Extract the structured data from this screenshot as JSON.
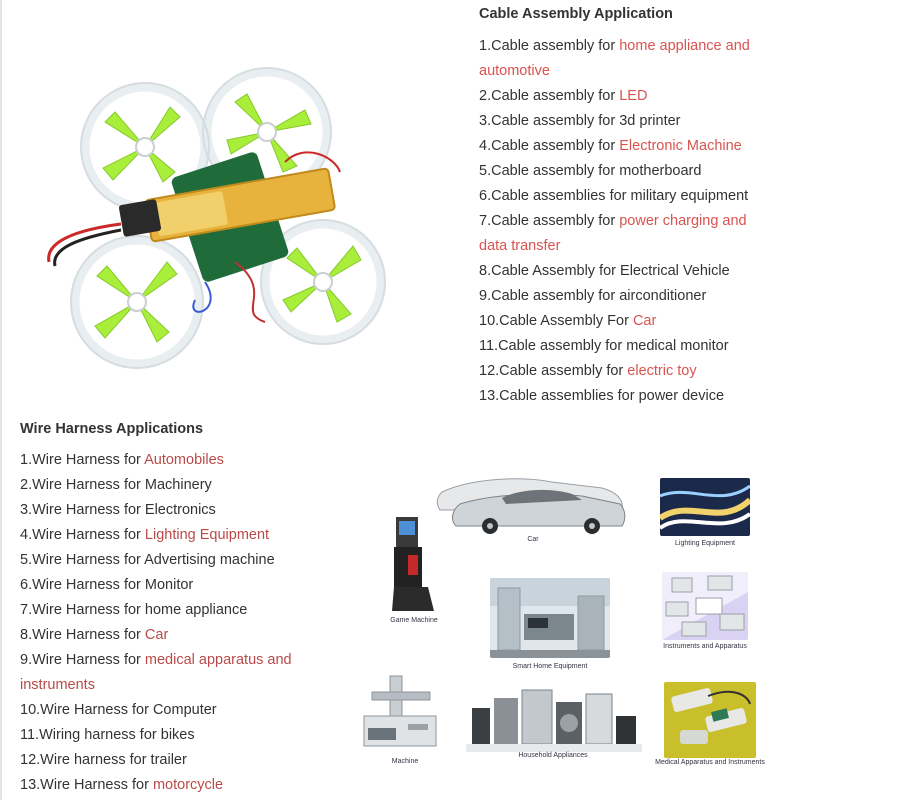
{
  "cable": {
    "title": "Cable Assembly Application",
    "items": [
      {
        "pre": "1.Cable assembly for ",
        "link": "home appliance and",
        "cont": "automotive"
      },
      {
        "pre": "2.Cable assembly for ",
        "link": "LED"
      },
      {
        "pre": "3.Cable assembly for 3d printer"
      },
      {
        "pre": "4.Cable assembly for ",
        "link": "Electronic Machine"
      },
      {
        "pre": "5.Cable assembly for motherboard"
      },
      {
        "pre": "6.Cable assemblies for military equipment"
      },
      {
        "pre": "7.Cable assembly for ",
        "link": "power charging and",
        "cont": "data transfer"
      },
      {
        "pre": "8.Cable Assembly for Electrical Vehicle"
      },
      {
        "pre": "9.Cable assembly for airconditioner"
      },
      {
        "pre": "10.Cable Assembly For ",
        "link": "Car"
      },
      {
        "pre": "11.Cable assembly for medical monitor"
      },
      {
        "pre": "12.Cable assembly for ",
        "link": "electric toy"
      },
      {
        "pre": "13.Cable assemblies for power device"
      }
    ]
  },
  "wire": {
    "title": "Wire Harness Applications",
    "items": [
      {
        "pre": "1.Wire Harness for ",
        "link": "Automobiles"
      },
      {
        "pre": "2.Wire Harness for Machinery"
      },
      {
        "pre": "3.Wire Harness for Electronics"
      },
      {
        "pre": "4.Wire Harness for ",
        "link": "Lighting Equipment"
      },
      {
        "pre": "5.Wire Harness for Advertising machine"
      },
      {
        "pre": "6.Wire Harness for Monitor"
      },
      {
        "pre": "7.Wire Harness for home appliance"
      },
      {
        "pre": "8.Wire Harness for ",
        "link": "Car"
      },
      {
        "pre": "9.Wire Harness for ",
        "link": "medical apparatus and",
        "cont": "instruments"
      },
      {
        "pre": "10.Wire Harness for Computer"
      },
      {
        "pre": "11.Wiring harness for bikes"
      },
      {
        "pre": "12.Wire harness for trailer"
      },
      {
        "pre": "13.Wire Harness for ",
        "link": "motorcycle"
      }
    ]
  },
  "collage": {
    "car": "Car",
    "lighting": "Lighting Equipment",
    "game": "Game Machine",
    "smart_home": "Smart Home Equipment",
    "instruments": "Instruments and Apparatus",
    "machine": "Machine",
    "household": "Household Appliances",
    "medical": "Medical Apparatus and Instruments"
  }
}
